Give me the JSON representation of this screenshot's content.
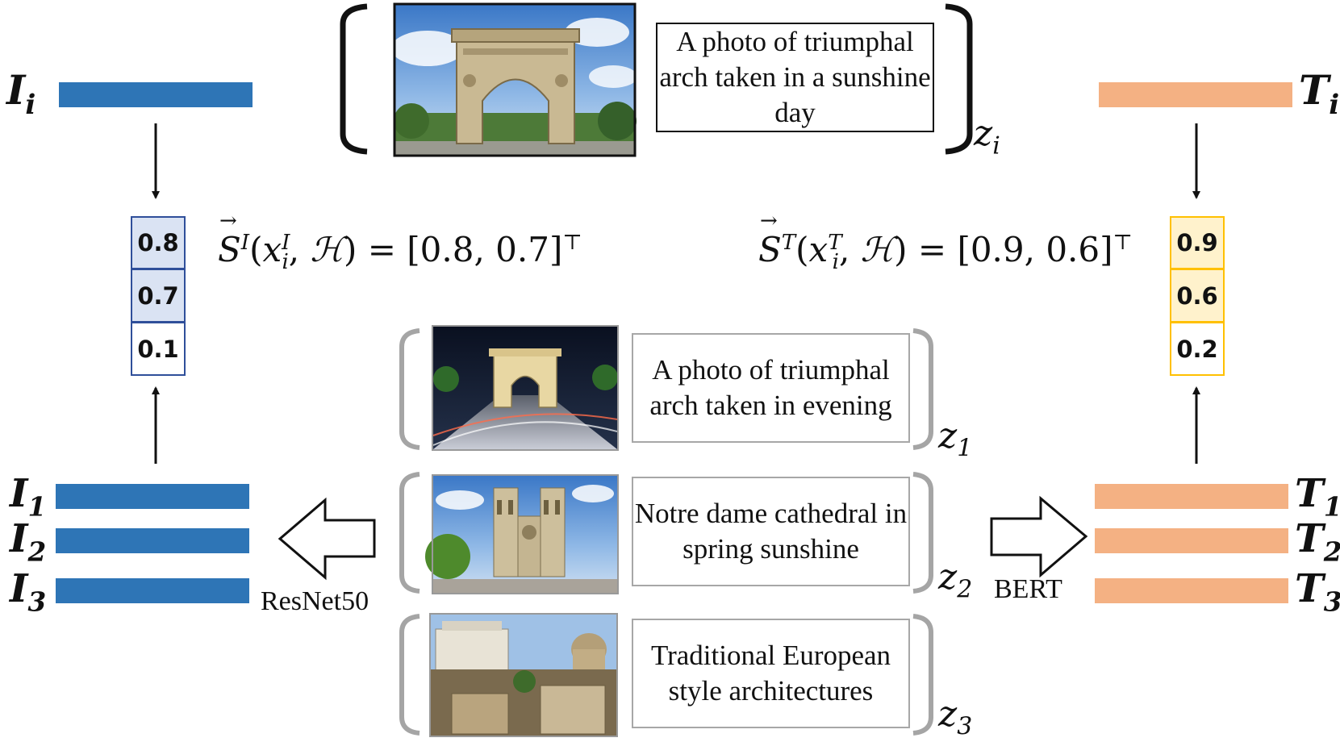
{
  "query": {
    "caption": "A photo of triumphal arch taken in a sunshine day",
    "z_label": "z",
    "z_sub": "i"
  },
  "image_encoder": {
    "name": "ResNet50",
    "query_label": "I",
    "query_sub": "i",
    "bank_labels": [
      {
        "base": "I",
        "sub": "1"
      },
      {
        "base": "I",
        "sub": "2"
      },
      {
        "base": "I",
        "sub": "3"
      }
    ],
    "color": "#2e75b6"
  },
  "text_encoder": {
    "name": "BERT",
    "query_label": "T",
    "query_sub": "i",
    "bank_labels": [
      {
        "base": "T",
        "sub": "1"
      },
      {
        "base": "T",
        "sub": "2"
      },
      {
        "base": "T",
        "sub": "3"
      }
    ],
    "color": "#f4b183"
  },
  "image_scores": {
    "values": [
      "0.8",
      "0.7",
      "0.1"
    ],
    "highlight": [
      true,
      true,
      false
    ],
    "border_color": "#2f4f9a",
    "fill_color": "#dae3f3",
    "equation": {
      "S": "S",
      "sup": "I",
      "x": "x",
      "x_sup": "I",
      "x_sub": "i",
      "H": "ℋ",
      "value": "[0.8, 0.7]",
      "transpose": "⊤"
    }
  },
  "text_scores": {
    "values": [
      "0.9",
      "0.6",
      "0.2"
    ],
    "highlight": [
      true,
      true,
      false
    ],
    "border_color": "#ffc000",
    "fill_color": "#fff2cc",
    "equation": {
      "S": "S",
      "sup": "T",
      "x": "x",
      "x_sup": "T",
      "x_sub": "i",
      "H": "ℋ",
      "value": "[0.9, 0.6]",
      "transpose": "⊤"
    }
  },
  "bank": [
    {
      "caption": "A photo of triumphal arch taken in evening",
      "z_label": "z",
      "z_sub": "1",
      "image": "arc-de-triomphe-night"
    },
    {
      "caption": "Notre dame cathedral in spring sunshine",
      "z_label": "z",
      "z_sub": "2",
      "image": "notre-dame"
    },
    {
      "caption": "Traditional European style architectures",
      "z_label": "z",
      "z_sub": "3",
      "image": "rome-architecture"
    }
  ]
}
